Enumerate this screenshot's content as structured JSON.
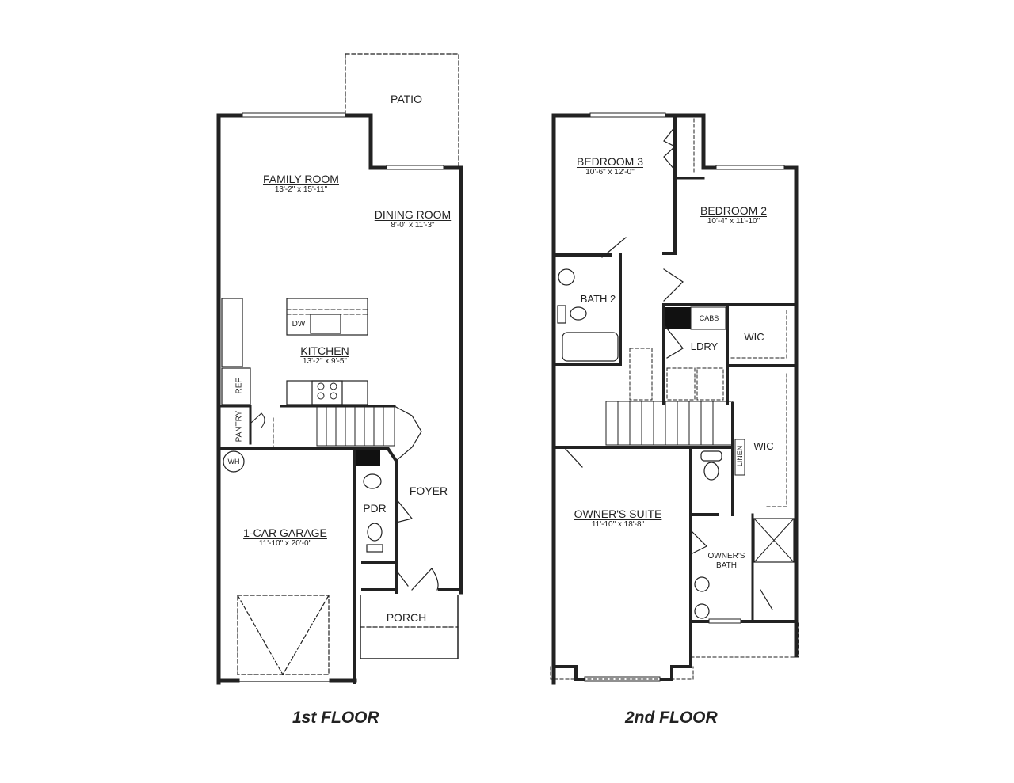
{
  "floors": [
    {
      "title": "1st FLOOR",
      "rooms": [
        {
          "id": "patio",
          "name": "PATIO"
        },
        {
          "id": "family",
          "name": "FAMILY ROOM",
          "dims": "13'-2\" x 15'-11\""
        },
        {
          "id": "dining",
          "name": "DINING ROOM",
          "dims": "8'-0\" x 11'-3\""
        },
        {
          "id": "kitchen",
          "name": "KITCHEN",
          "dims": "13'-2\" x 9'-5\""
        },
        {
          "id": "garage",
          "name": "1-CAR GARAGE",
          "dims": "11'-10\" x 20'-0\""
        },
        {
          "id": "foyer",
          "name": "FOYER"
        },
        {
          "id": "pdr",
          "name": "PDR"
        },
        {
          "id": "porch",
          "name": "PORCH"
        },
        {
          "id": "pantry",
          "name": "PANTRY"
        }
      ],
      "fixtures": {
        "dw": "DW",
        "ref": "REF",
        "wh": "WH"
      }
    },
    {
      "title": "2nd FLOOR",
      "rooms": [
        {
          "id": "bed3",
          "name": "BEDROOM 3",
          "dims": "10'-6\" x 12'-0\""
        },
        {
          "id": "bed2",
          "name": "BEDROOM 2",
          "dims": "10'-4\" x 11'-10\""
        },
        {
          "id": "bath2",
          "name": "BATH 2"
        },
        {
          "id": "ldry",
          "name": "LDRY"
        },
        {
          "id": "wic1",
          "name": "WIC"
        },
        {
          "id": "wic2",
          "name": "WIC"
        },
        {
          "id": "owners_suite",
          "name": "OWNER'S SUITE",
          "dims": "11'-10\" x 18'-8\""
        },
        {
          "id": "owners_bath",
          "name": "OWNER'S BATH"
        }
      ],
      "fixtures": {
        "cabs": "CABS",
        "linen": "LINEN"
      }
    }
  ]
}
